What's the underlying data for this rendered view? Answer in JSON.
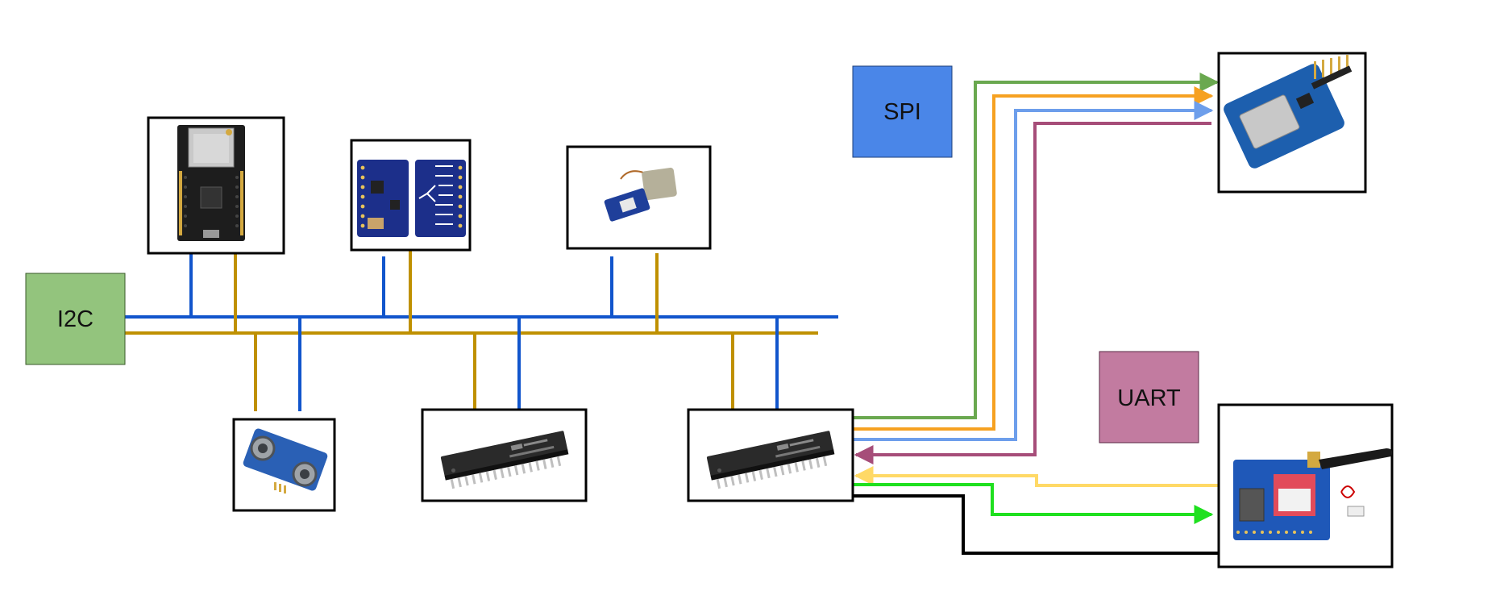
{
  "labels": {
    "i2c": "I2C",
    "spi": "SPI",
    "uart": "UART"
  },
  "colors": {
    "i2c_box": "#93c47d",
    "spi_box": "#4a86e8",
    "uart_box": "#c27ba0",
    "bus_blue": "#1155cc",
    "bus_gold": "#bf9000",
    "spi_green": "#6aa84f",
    "spi_orange": "#f6a121",
    "spi_lightblue": "#6d9eeb",
    "spi_purple": "#a64d79",
    "uart_yellow": "#ffd966",
    "uart_green": "#1fe01f",
    "uart_black": "#000000"
  },
  "components": [
    {
      "id": "esp32-board",
      "icon": "esp32-dev-board-icon"
    },
    {
      "id": "imu-sensor",
      "icon": "imu-breakout-board-icon"
    },
    {
      "id": "gps-module",
      "icon": "gps-module-antenna-icon"
    },
    {
      "id": "ultrasonic-sensor",
      "icon": "ultrasonic-sensor-icon"
    },
    {
      "id": "atmega-chip-1",
      "icon": "dip-microcontroller-icon"
    },
    {
      "id": "atmega-chip-2",
      "icon": "dip-microcontroller-icon"
    },
    {
      "id": "sd-card-module",
      "icon": "sd-card-module-icon"
    },
    {
      "id": "gsm-module",
      "icon": "gsm-module-antenna-icon"
    }
  ]
}
